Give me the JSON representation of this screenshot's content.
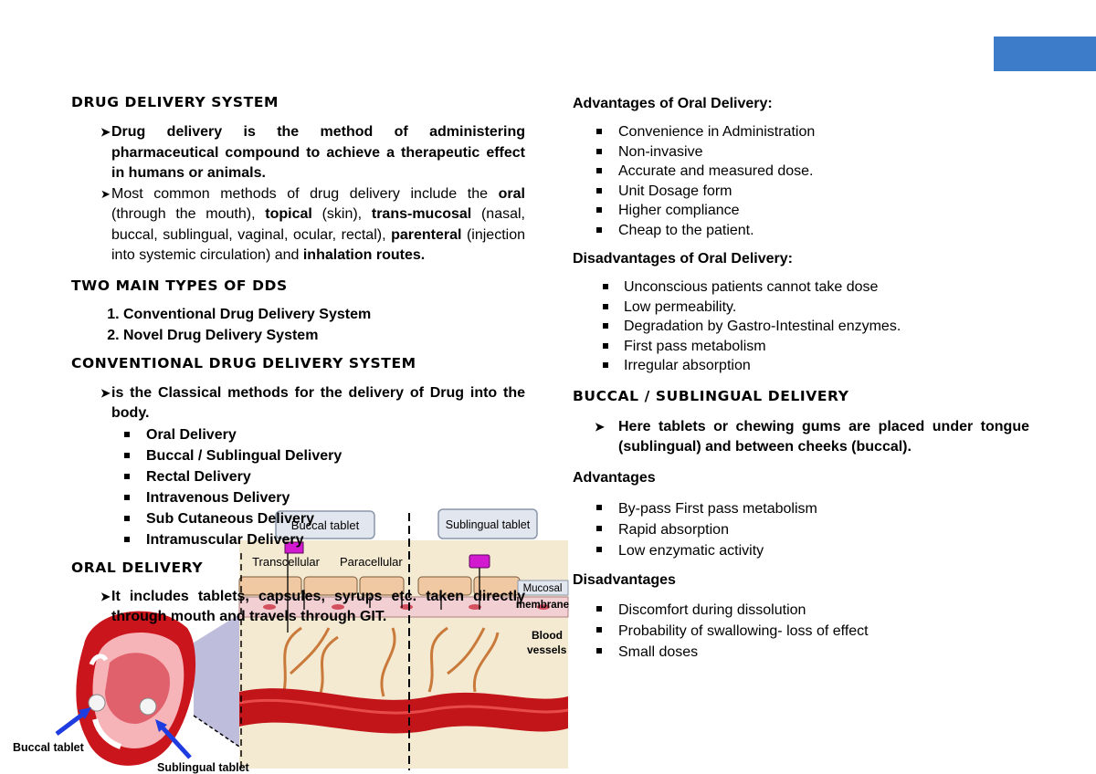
{
  "colors": {
    "accent_tab": "#3d7cc9",
    "mouth_red": "#c9151b",
    "blood_red": "#c2151a",
    "vessel": "#c97a3a"
  },
  "left": {
    "dds_heading": "DRUG DELIVERY SYSTEM",
    "dds_p1": "Drug delivery is the method of administering pharmaceutical compound to achieve a therapeutic effect in humans or animals.",
    "dds_p2": {
      "t1": "Most common methods of drug delivery include the ",
      "oral": "oral",
      "t2": " (through the mouth), ",
      "topical": "topical",
      "t3": " (skin), ",
      "transmucosal": "trans-mucosal",
      "t4": " (nasal, buccal, sublingual, vaginal, ocular, rectal), ",
      "parenteral": "parenteral",
      "t5": " (injection into systemic circulation) and ",
      "inhalation": "inhalation routes."
    },
    "types_heading": "TWO MAIN TYPES OF DDS",
    "types": [
      "Conventional Drug Delivery System",
      "Novel Drug Delivery System"
    ],
    "conv_heading": "CONVENTIONAL DRUG DELIVERY SYSTEM",
    "conv_p": "is the Classical methods for the delivery of Drug into the body.",
    "conv_items": [
      "Oral Delivery",
      "Buccal / Sublingual Delivery",
      "Rectal Delivery",
      "Intravenous Delivery",
      "Sub Cutaneous Delivery",
      "Intramuscular Delivery"
    ],
    "oral_heading": "ORAL DELIVERY",
    "oral_p": "It includes tablets, capsules, syrups etc. taken directly through mouth and travels through GIT."
  },
  "right": {
    "adv_heading": "Advantages of Oral Delivery:",
    "adv_items": [
      "Convenience in Administration",
      "Non-invasive",
      "Accurate and measured dose.",
      "Unit Dosage form",
      " Higher compliance",
      "Cheap to the patient."
    ],
    "disadv_heading": "Disadvantages of Oral Delivery:",
    "disadv_items": [
      "Unconscious patients cannot take dose",
      "Low permeability.",
      "Degradation by Gastro-Intestinal enzymes.",
      "First pass metabolism",
      "Irregular absorption"
    ],
    "buccal_heading": "BUCCAL / SUBLINGUAL DELIVERY",
    "buccal_p": "Here tablets or chewing gums are placed under tongue (sublingual) and between cheeks (buccal).",
    "b_adv_heading": "Advantages",
    "b_adv_items": [
      "By-pass First pass metabolism",
      "Rapid absorption",
      "Low enzymatic activity"
    ],
    "b_disadv_heading": "Disadvantages",
    "b_disadv_items": [
      "Discomfort during dissolution",
      " Probability of swallowing- loss of effect",
      "Small doses"
    ]
  },
  "figure": {
    "buccal_tablet_box": "Buccal tablet",
    "sublingual_tablet_box": "Sublingual tablet",
    "transcellular": "Transcellular",
    "paracellular": "Paracellular",
    "mucosal": "Mucosal",
    "membrane": "membrane",
    "blood_vessels_1": "Blood",
    "blood_vessels_2": "vessels",
    "buccal_tablet_label": "Buccal tablet",
    "sublingual_tablet_label": "Sublingual tablet"
  }
}
